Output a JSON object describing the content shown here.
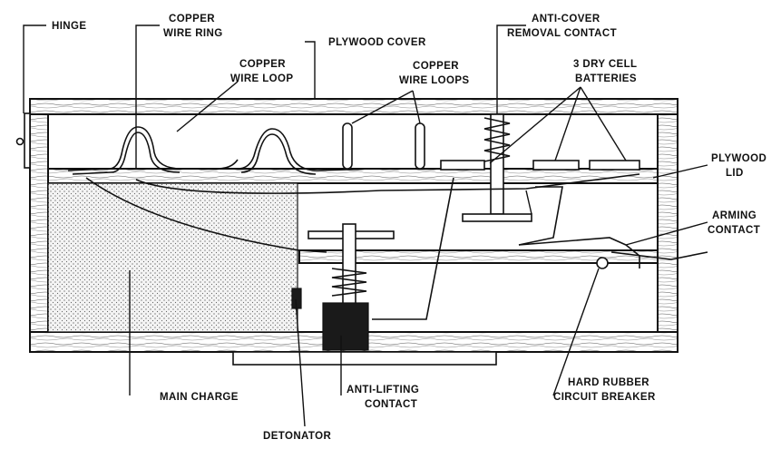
{
  "labels": {
    "hinge": "HINGE",
    "copper_wire_ring_1": "COPPER",
    "copper_wire_ring_2": "WIRE RING",
    "plywood_cover": "PLYWOOD COVER",
    "copper_wire_loop_1": "COPPER",
    "copper_wire_loop_2": "WIRE LOOP",
    "copper_wire_loops_1": "COPPER",
    "copper_wire_loops_2": "WIRE LOOPS",
    "anti_cover_1": "ANTI-COVER",
    "anti_cover_2": "REMOVAL CONTACT",
    "batteries_1": "3 DRY CELL",
    "batteries_2": "BATTERIES",
    "plywood_lid_1": "PLYWOOD",
    "plywood_lid_2": "LID",
    "arming_1": "ARMING",
    "arming_2": "CONTACT",
    "main_charge": "MAIN CHARGE",
    "anti_lifting_1": "ANTI-LIFTING",
    "anti_lifting_2": "CONTACT",
    "breaker_1": "HARD RUBBER",
    "breaker_2": "CIRCUIT BREAKER",
    "detonator": "DETONATOR"
  },
  "colors": {
    "ink": "#111111",
    "paper": "#ffffff"
  }
}
